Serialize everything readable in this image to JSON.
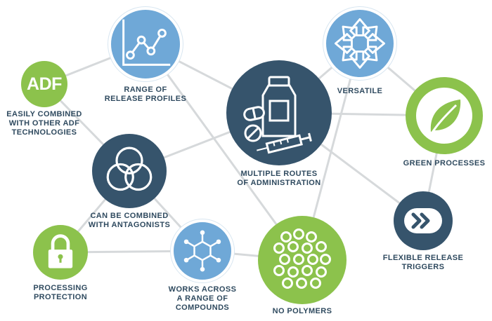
{
  "colors": {
    "navy": "#36546c",
    "blue": "#6fa8d7",
    "green": "#8cc24c",
    "line": "#d6d9db",
    "text": "#2f4a5f"
  },
  "nodes": [
    {
      "id": "adf",
      "icon": "adf-text-icon",
      "icon_text": "ADF",
      "label": [
        "EASILY COMBINED",
        "WITH OTHER ADF",
        "TECHNOLOGIES"
      ]
    },
    {
      "id": "release",
      "icon": "line-chart-icon",
      "label": [
        "RANGE OF",
        "RELEASE PROFILES"
      ]
    },
    {
      "id": "antagonists",
      "icon": "three-rings-icon",
      "label": [
        "CAN BE COMBINED",
        "WITH ANTAGONISTS"
      ]
    },
    {
      "id": "processing",
      "icon": "padlock-icon",
      "label": [
        "PROCESSING",
        "PROTECTION"
      ]
    },
    {
      "id": "compounds",
      "icon": "molecule-icon",
      "label": [
        "WORKS ACROSS",
        "A RANGE OF",
        "COMPOUNDS"
      ]
    },
    {
      "id": "routes",
      "icon": "medicine-bottle-syringe-icon",
      "label": [
        "MULTIPLE ROUTES",
        "OF ADMINISTRATION"
      ]
    },
    {
      "id": "polymers",
      "icon": "beads-icon",
      "label": [
        "NO POLYMERS"
      ]
    },
    {
      "id": "versatile",
      "icon": "arrows-outward-icon",
      "label": [
        "VERSATILE"
      ]
    },
    {
      "id": "green",
      "icon": "leaf-icon",
      "label": [
        "GREEN PROCESSES"
      ]
    },
    {
      "id": "triggers",
      "icon": "fast-forward-icon",
      "label": [
        "FLEXIBLE RELEASE",
        "TRIGGERS"
      ]
    }
  ],
  "connections": [
    [
      "adf",
      "release"
    ],
    [
      "adf",
      "antagonists"
    ],
    [
      "release",
      "routes"
    ],
    [
      "release",
      "polymers"
    ],
    [
      "antagonists",
      "processing"
    ],
    [
      "antagonists",
      "compounds"
    ],
    [
      "antagonists",
      "routes"
    ],
    [
      "processing",
      "compounds"
    ],
    [
      "routes",
      "versatile"
    ],
    [
      "routes",
      "green"
    ],
    [
      "routes",
      "triggers"
    ],
    [
      "versatile",
      "green"
    ],
    [
      "versatile",
      "polymers"
    ],
    [
      "green",
      "triggers"
    ],
    [
      "polymers",
      "compounds"
    ]
  ]
}
